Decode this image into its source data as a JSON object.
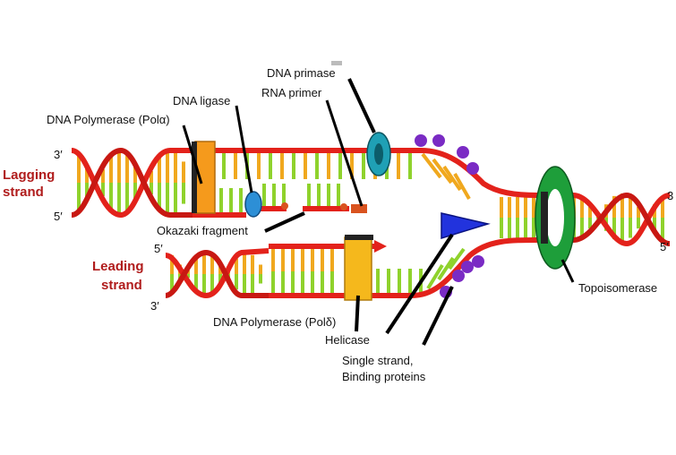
{
  "labels": {
    "dna_primase": "DNA primase",
    "rna_primer": "RNA primer",
    "dna_ligase": "DNA ligase",
    "pol_alpha": "DNA Polymerase (Polα)",
    "okazaki": "Okazaki fragment",
    "pol_delta": "DNA Polymerase (Polδ)",
    "helicase": "Helicase",
    "ssb_line1": "Single strand,",
    "ssb_line2": "Binding proteins",
    "topoisomerase": "Topoisomerase"
  },
  "strands": {
    "lagging_line1": "Lagging",
    "lagging_line2": "strand",
    "leading_line1": "Leading",
    "leading_line2": "strand"
  },
  "ends": {
    "lag_top": "3′",
    "lag_bottom": "5′",
    "lead_top": "5′",
    "lead_bottom": "3′",
    "right_top": "3",
    "right_bottom": "5′"
  },
  "colors": {
    "backbone": "#e3221b",
    "base_green": "#8fd22c",
    "base_orange": "#f0a81e",
    "polymerase": "#f59a1c",
    "primase": "#1fa0b5",
    "ligase": "#2d8fd6",
    "helicase": "#2233dd",
    "ssb": "#7a2bc4",
    "topoisomerase": "#1e9e3a",
    "primer": "#d9531f"
  }
}
